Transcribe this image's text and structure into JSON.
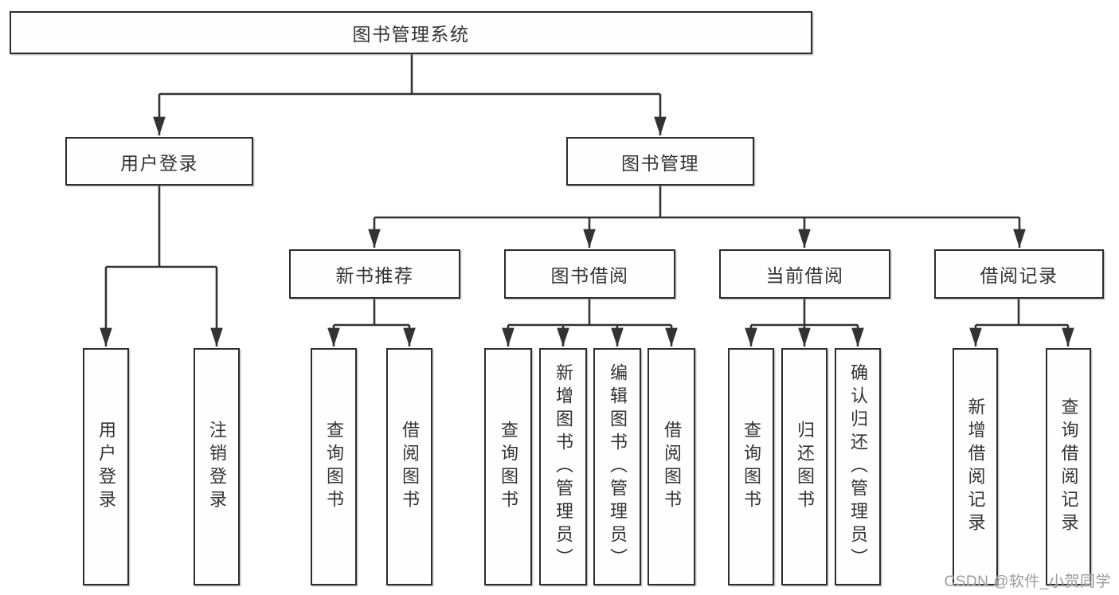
{
  "tree": {
    "root": {
      "label": "图书管理系统",
      "children": [
        {
          "label": "用户登录",
          "children": [
            {
              "label": "用户登录"
            },
            {
              "label": "注销登录"
            }
          ]
        },
        {
          "label": "图书管理",
          "children": [
            {
              "label": "新书推荐",
              "children": [
                {
                  "label": "查询图书"
                },
                {
                  "label": "借阅图书"
                }
              ]
            },
            {
              "label": "图书借阅",
              "children": [
                {
                  "label": "查询图书"
                },
                {
                  "label": "新增图书（管理员）"
                },
                {
                  "label": "编辑图书（管理员）"
                },
                {
                  "label": "借阅图书"
                }
              ]
            },
            {
              "label": "当前借阅",
              "children": [
                {
                  "label": "查询图书"
                },
                {
                  "label": "归还图书"
                },
                {
                  "label": "确认归还（管理员）"
                }
              ]
            },
            {
              "label": "借阅记录",
              "children": [
                {
                  "label": "新增借阅记录"
                },
                {
                  "label": "查询借阅记录"
                }
              ]
            }
          ]
        }
      ]
    }
  },
  "watermark": {
    "text": "CSDN @软件_小贺同学"
  },
  "colors": {
    "background": "#ffffff",
    "line": "#333333",
    "box_border": "#2d2d2d",
    "text": "#333333",
    "watermark": "#9b9b9b"
  }
}
